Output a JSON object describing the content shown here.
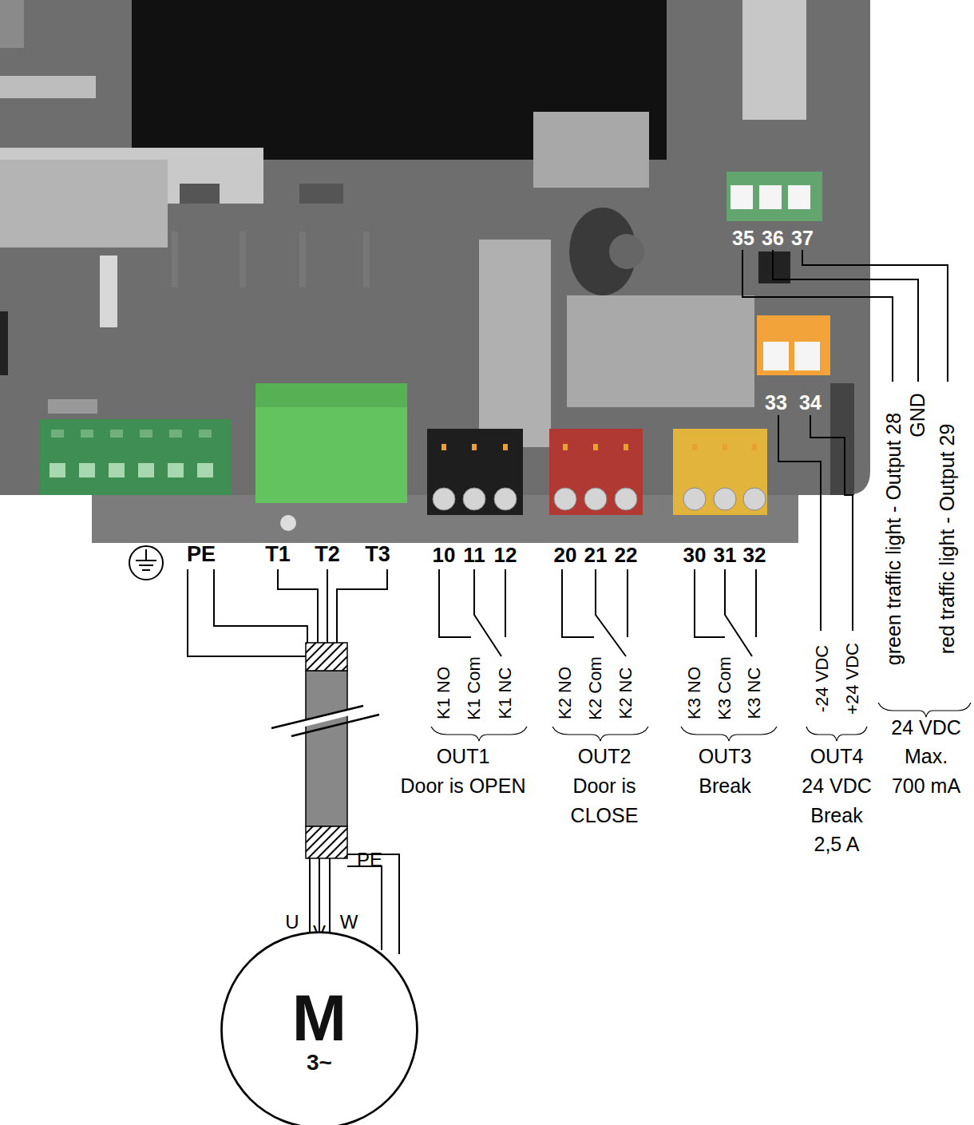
{
  "diagram": {
    "nodes": [
      {
        "text": [
          "M",
          "3~"
        ]
      }
    ],
    "edges": [],
    "labels": [
      "PE",
      "T1",
      "T2",
      "T3",
      "10",
      "11",
      "12",
      "20",
      "21",
      "22",
      "30",
      "31",
      "32",
      "33",
      "34",
      "35",
      "36",
      "37",
      "K1 NO",
      "K1 Com",
      "K1 NC",
      "K2 NO",
      "K2 Com",
      "K2 NC",
      "K3 NO",
      "K3 Com",
      "K3 NC",
      "-24 VDC",
      "+24 VDC",
      "green traffic light - Output 28",
      "GND",
      "red traffic light - Output 29",
      "OUT1",
      "Door is OPEN",
      "OUT2",
      "Door is",
      "CLOSE",
      "OUT3",
      "Break",
      "OUT4",
      "24 VDC",
      "Break",
      "2,5 A",
      "24 VDC",
      "Max.",
      "700 mA",
      "U",
      "V",
      "W",
      "PE"
    ]
  }
}
